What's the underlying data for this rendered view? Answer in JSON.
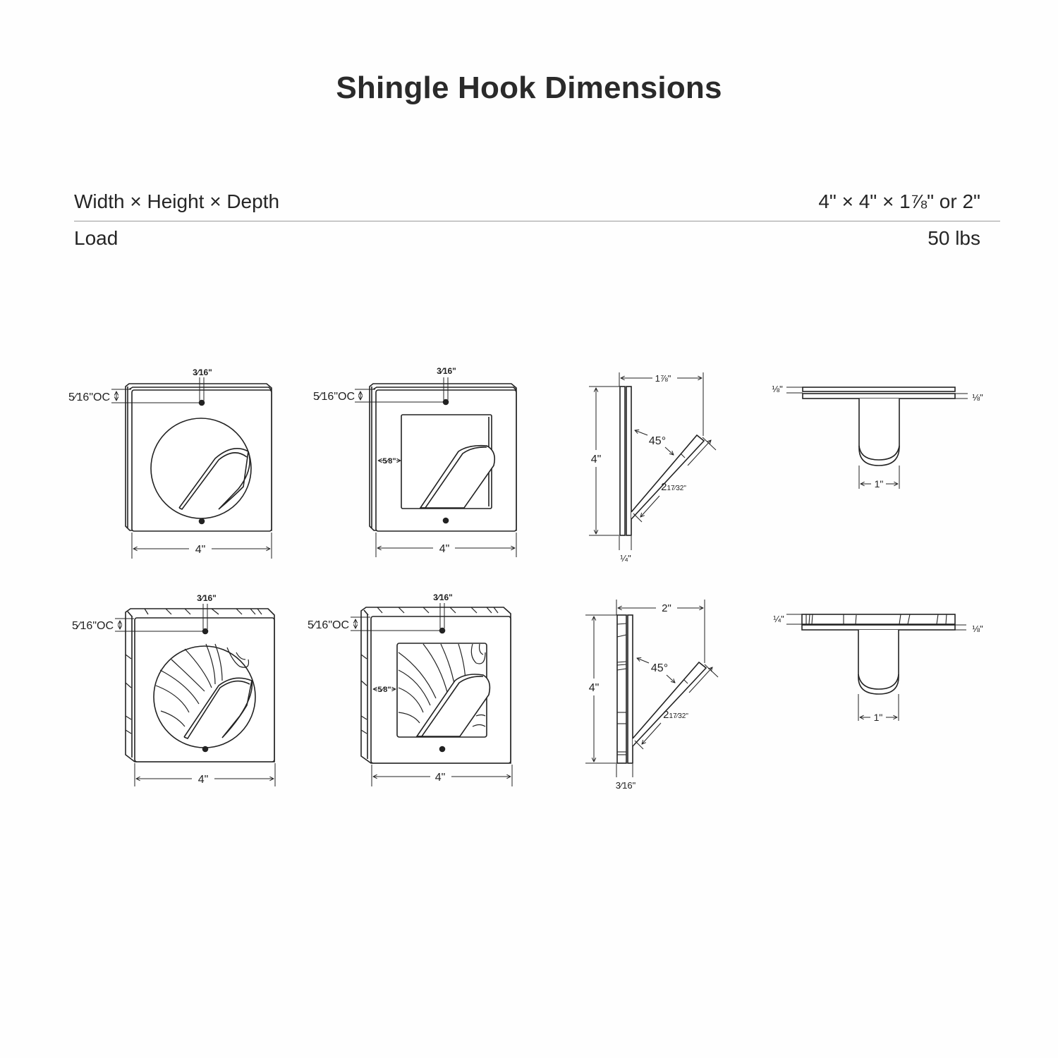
{
  "title": "Shingle Hook Dimensions",
  "specs": [
    {
      "label": "Width × Height × Depth",
      "value": "4\" × 4\" × 1⅞\" or 2\""
    },
    {
      "label": "Load",
      "value": "50 lbs"
    }
  ],
  "drawings": {
    "row1": {
      "front_circle": {
        "hole_dia": "3⁄16\"",
        "hole_offset": "5⁄16\"OC",
        "width": "4\""
      },
      "front_square": {
        "hole_dia": "3⁄16\"",
        "hole_offset": "5⁄16\"OC",
        "inset": "5⁄8\"",
        "width": "4\""
      },
      "side": {
        "depth": "1⅞\"",
        "height": "4\"",
        "angle": "45°",
        "arm_length": "2",
        "arm_frac": "17⁄32\"",
        "thickness": "¼\""
      },
      "top": {
        "layer1": "⅛\"",
        "layer2": "⅛\"",
        "hook_width": "1\""
      }
    },
    "row2": {
      "front_circle": {
        "hole_dia": "3⁄16\"",
        "hole_offset": "5⁄16\"OC",
        "width": "4\""
      },
      "front_square": {
        "hole_dia": "3⁄16\"",
        "hole_offset": "5⁄16\"OC",
        "inset": "5⁄8\"",
        "width": "4\""
      },
      "side": {
        "depth": "2\"",
        "height": "4\"",
        "angle": "45°",
        "arm_length": "2",
        "arm_frac": "17⁄32\"",
        "thickness": "3⁄16\""
      },
      "top": {
        "layer1": "¼\"",
        "layer2": "⅛\"",
        "hook_width": "1\""
      }
    }
  }
}
